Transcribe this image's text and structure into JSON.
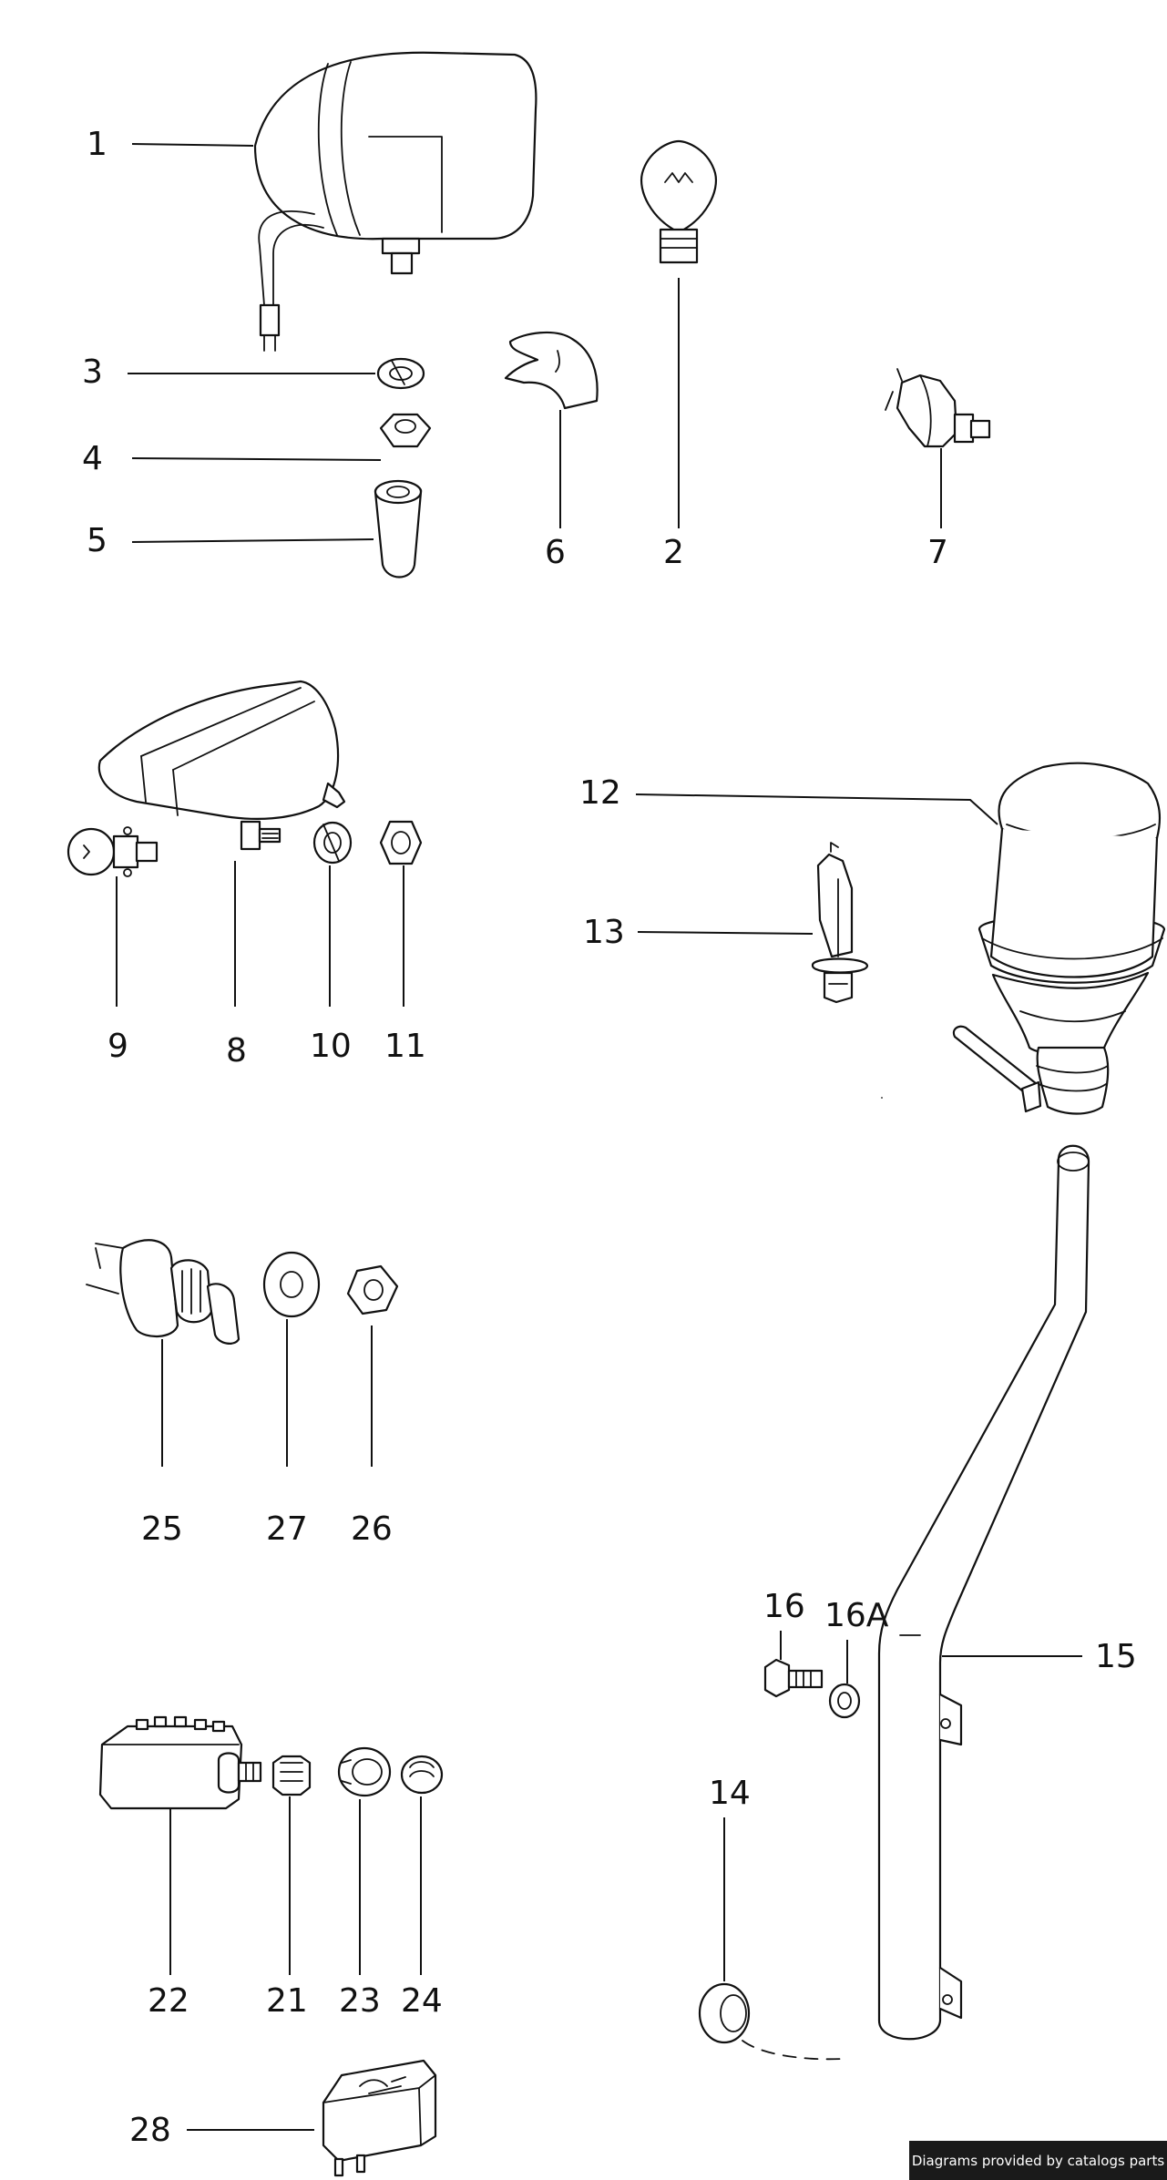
{
  "labels": {
    "p1": "1",
    "p2": "2",
    "p3": "3",
    "p4": "4",
    "p5": "5",
    "p6": "6",
    "p7": "7",
    "p8": "8",
    "p9": "9",
    "p10": "10",
    "p11": "11",
    "p12": "12",
    "p13": "13",
    "p14": "14",
    "p15": "15",
    "p16": "16",
    "p16a": "16A",
    "p21": "21",
    "p22": "22",
    "p23": "23",
    "p24": "24",
    "p25": "25",
    "p26": "26",
    "p27": "27",
    "p28": "28"
  },
  "credit": "Diagrams provided by catalogs parts",
  "colors": {
    "line": "#111111",
    "background": "#ffffff",
    "credit_bg": "#1a1a1a"
  }
}
